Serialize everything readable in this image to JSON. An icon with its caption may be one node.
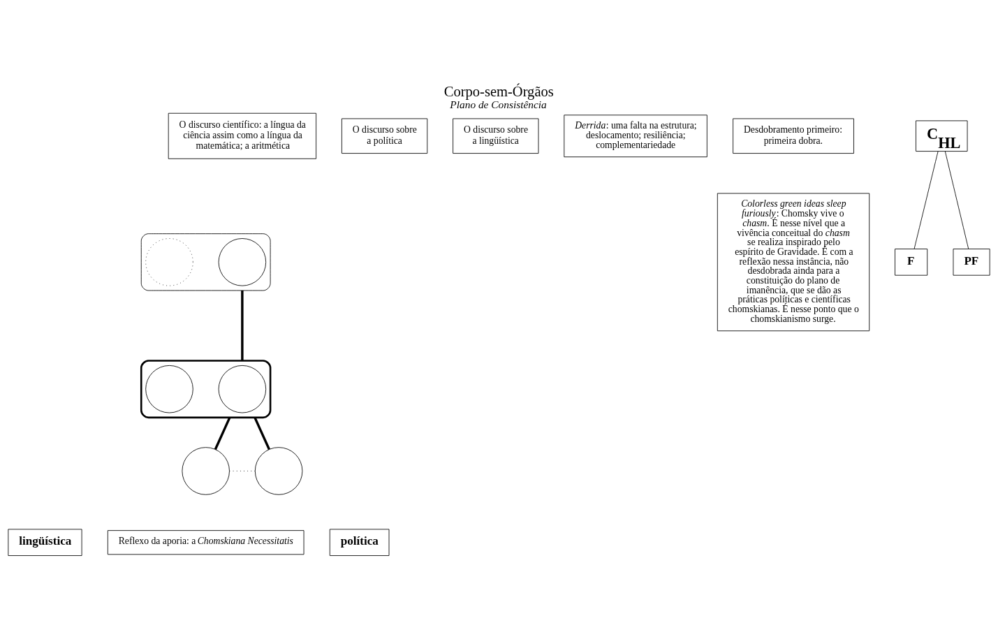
{
  "diagram": {
    "title": "Corpo-sem-Órgãos",
    "caption": "Plano de Consistência",
    "nodes": [
      {
        "text": [
          "O discurso científico: a língua da ciência assim como a língua da matemática; a aritmética"
        ]
      },
      {
        "text": [],
        "shape": "ellipse"
      },
      {
        "text": [],
        "shape": "circle",
        "in": 1
      },
      {
        "text": [],
        "shape": "circle",
        "in": 1
      },
      {
        "text": [
          "*Derrida*: uma falta na estrutura; deslocamento; resiliência; complementariedade"
        ]
      },
      {
        "text": [],
        "shape": "ellipse"
      },
      {
        "text": [],
        "shape": "circle",
        "in": 5
      },
      {
        "text": [],
        "shape": "circle",
        "in": 5
      },
      {
        "text": [
          "O discurso sobre a lingüística"
        ]
      },
      {
        "text": [
          "O discurso sobre a política"
        ]
      },
      {
        "text": [
          "Desdobramento primeiro: primeira dobra."
        ]
      },
      {
        "text": [
          "C$_{HL}$"
        ]
      },
      {
        "text": [
          "F"
        ]
      },
      {
        "text": [
          "PF"
        ]
      },
      {
        "text": [],
        "shape": "circle"
      },
      {
        "text": [],
        "shape": "circle"
      },
      {
        "text": [
          "lingüística"
        ]
      },
      {
        "text": [
          "política"
        ]
      },
      {
        "text": [
          "Reflexo da aporia: a *Chomskiana Necessitatis*"
        ]
      },
      {
        "text": [
          "*Colorless green ideas sleep furiously*: Chomsky vive o *chasm*. É nesse nível que a vivência conceitual do *chasm* se realiza inspirado pelo espírito de Gravidade. É com a reflexão nessa instância, não desdobrada ainda para a constituição do plano de imanência, que se dão as práticas políticas e científicas chomskianas. É nesse ponto que o chomskianismo surge."
        ]
      }
    ],
    "edges": [
      {
        "from": 1,
        "to": 5,
        "arrow": "none",
        "style": "thick"
      },
      {
        "from": 5,
        "to": 14,
        "arrow": "none",
        "style": "thick"
      },
      {
        "from": 5,
        "to": 15,
        "arrow": "none",
        "style": "thick"
      },
      {
        "from": 14,
        "to": 15,
        "arrow": "none",
        "style": "dashed"
      },
      {
        "from": 11,
        "to": 12,
        "arrow": "none"
      },
      {
        "from": 11,
        "to": 13,
        "arrow": "none"
      }
    ]
  }
}
